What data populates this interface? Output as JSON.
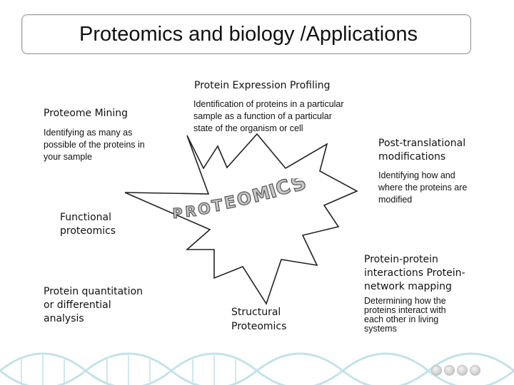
{
  "title": "Proteomics and biology /Applications",
  "center_word": "PROTEOMICS",
  "blocks": {
    "expression": {
      "heading": "Protein Expression Profiling",
      "lines": [
        "Identification of proteins in a particular",
        "sample as a function of a particular",
        "state of the organism or cell"
      ]
    },
    "mining": {
      "heading": "Proteome Mining",
      "lines": [
        "Identifying as many as",
        "possible of the proteins in",
        "your sample"
      ]
    },
    "ptm": {
      "heading_lines": [
        "Post-translational",
        "modifications"
      ],
      "lines": [
        "Identifying how and",
        "where the proteins are",
        "modified"
      ]
    },
    "functional": {
      "heading_lines": [
        "Functional",
        "proteomics"
      ]
    },
    "interactions": {
      "heading_lines": [
        "Protein-protein",
        "interactions Protein-",
        "network mapping"
      ],
      "lines": [
        "Determining how the",
        "proteins interact with",
        "each other in living",
        "systems"
      ]
    },
    "quantitation": {
      "heading_lines": [
        "Protein quantitation",
        "or differential",
        "analysis"
      ]
    },
    "structural": {
      "heading_lines": [
        "Structural",
        "Proteomics"
      ]
    }
  },
  "colors": {
    "star_stroke": "#222222",
    "dna": "#b9dde6",
    "word_fill": "#c8c8c8"
  }
}
